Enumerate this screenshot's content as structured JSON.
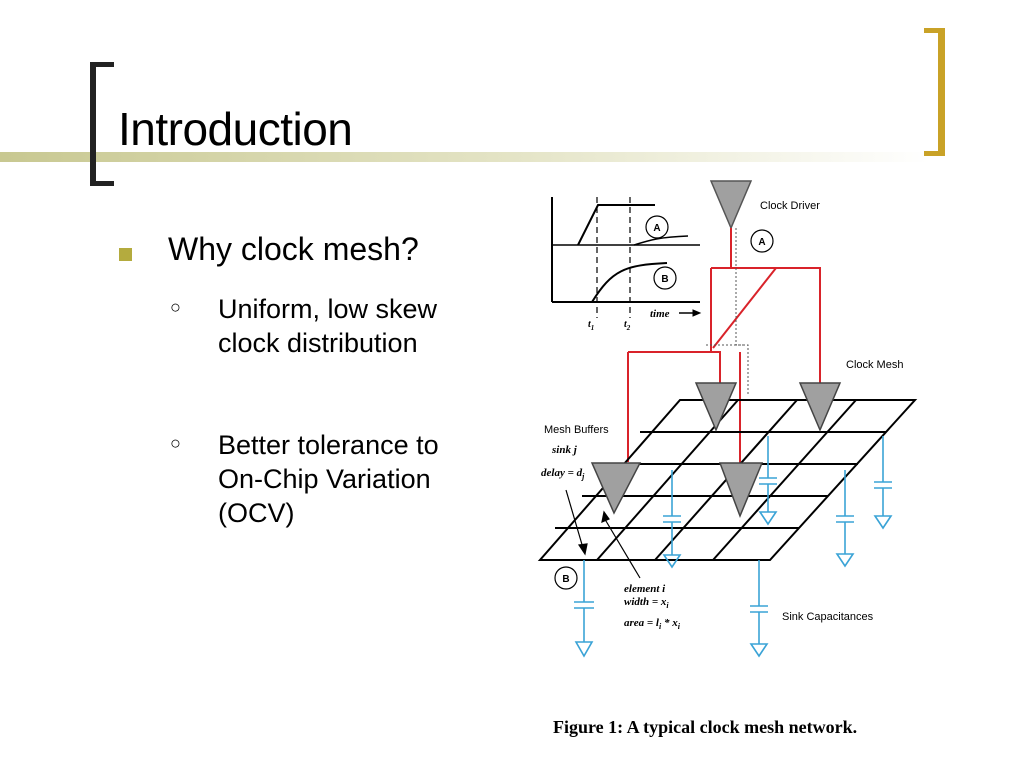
{
  "slide": {
    "title": "Introduction",
    "bullets": [
      {
        "text": "Why clock mesh?",
        "subitems": [
          {
            "lines": [
              "Uniform, low skew",
              "clock distribution"
            ]
          },
          {
            "lines": [
              "Better tolerance to",
              "On-Chip Variation",
              "(OCV)"
            ]
          }
        ]
      }
    ]
  },
  "figure": {
    "labels": {
      "clock_driver": "Clock Driver",
      "clock_mesh": "Clock Mesh",
      "mesh_buffers": "Mesh Buffers",
      "sink_j": "sink j",
      "delay": "delay = d",
      "delay_sub": "j",
      "element_i": "element i",
      "width": "width = x",
      "width_sub": "i",
      "area": "area  =  l",
      "area_sub": "i",
      "area_tail": " * x",
      "area_tail_sub": "i",
      "sink_capacitances": "Sink Capacitances",
      "node_a": "A",
      "node_b": "B",
      "t1": "t",
      "t1_sub": "1",
      "t2": "t",
      "t2_sub": "2",
      "time": "time"
    },
    "caption": "Figure 1: A typical clock mesh network."
  },
  "colors": {
    "accent": "#c9a227",
    "bar": "#c8c88a",
    "wire_red": "#d9232a",
    "wire_blue": "#3aa3d6",
    "buffer_gray": "#a0a0a0"
  }
}
